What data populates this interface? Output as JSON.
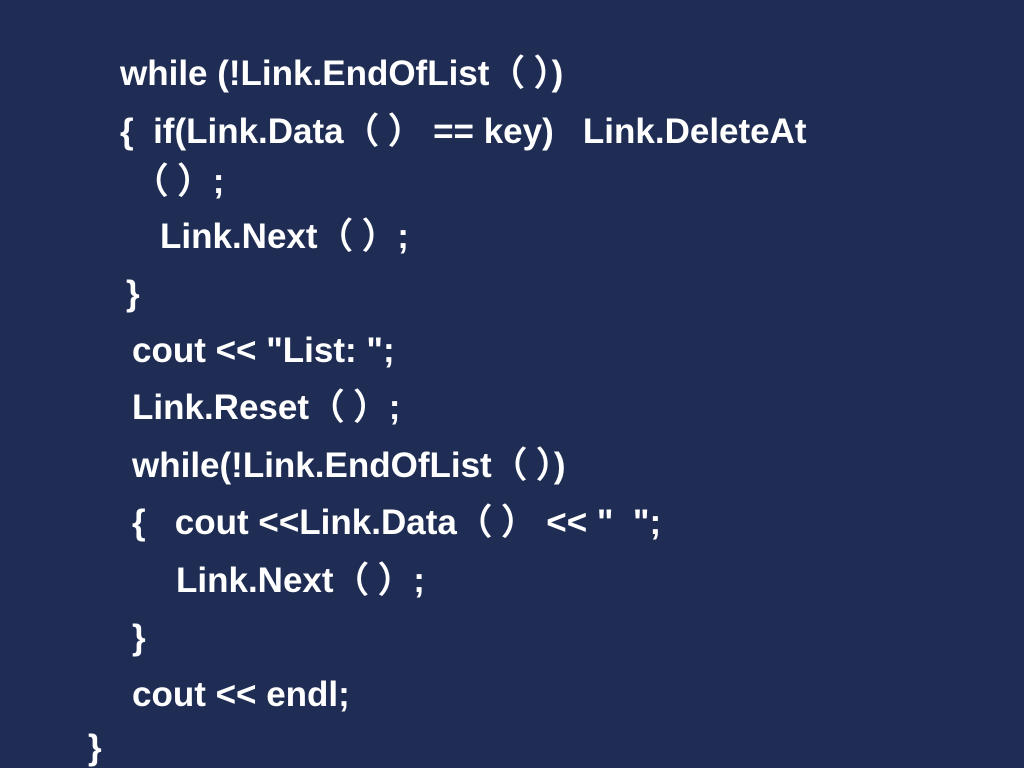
{
  "slide": {
    "code_lines": [
      "while (!Link.EndOfList（ ）)",
      "{  if(Link.Data（ ） == key)   Link.DeleteAt",
      "（ ）;",
      "Link.Next（ ）;",
      "}",
      "cout << \"List: \";",
      "Link.Reset（ ）;",
      "while(!Link.EndOfList（ ）)",
      "{   cout <<Link.Data（ ） << \"  \";",
      "Link.Next（ ）;",
      "}",
      "cout << endl;",
      "}"
    ],
    "colors": {
      "background": "#1f2d55",
      "text": "#ffffff"
    }
  }
}
